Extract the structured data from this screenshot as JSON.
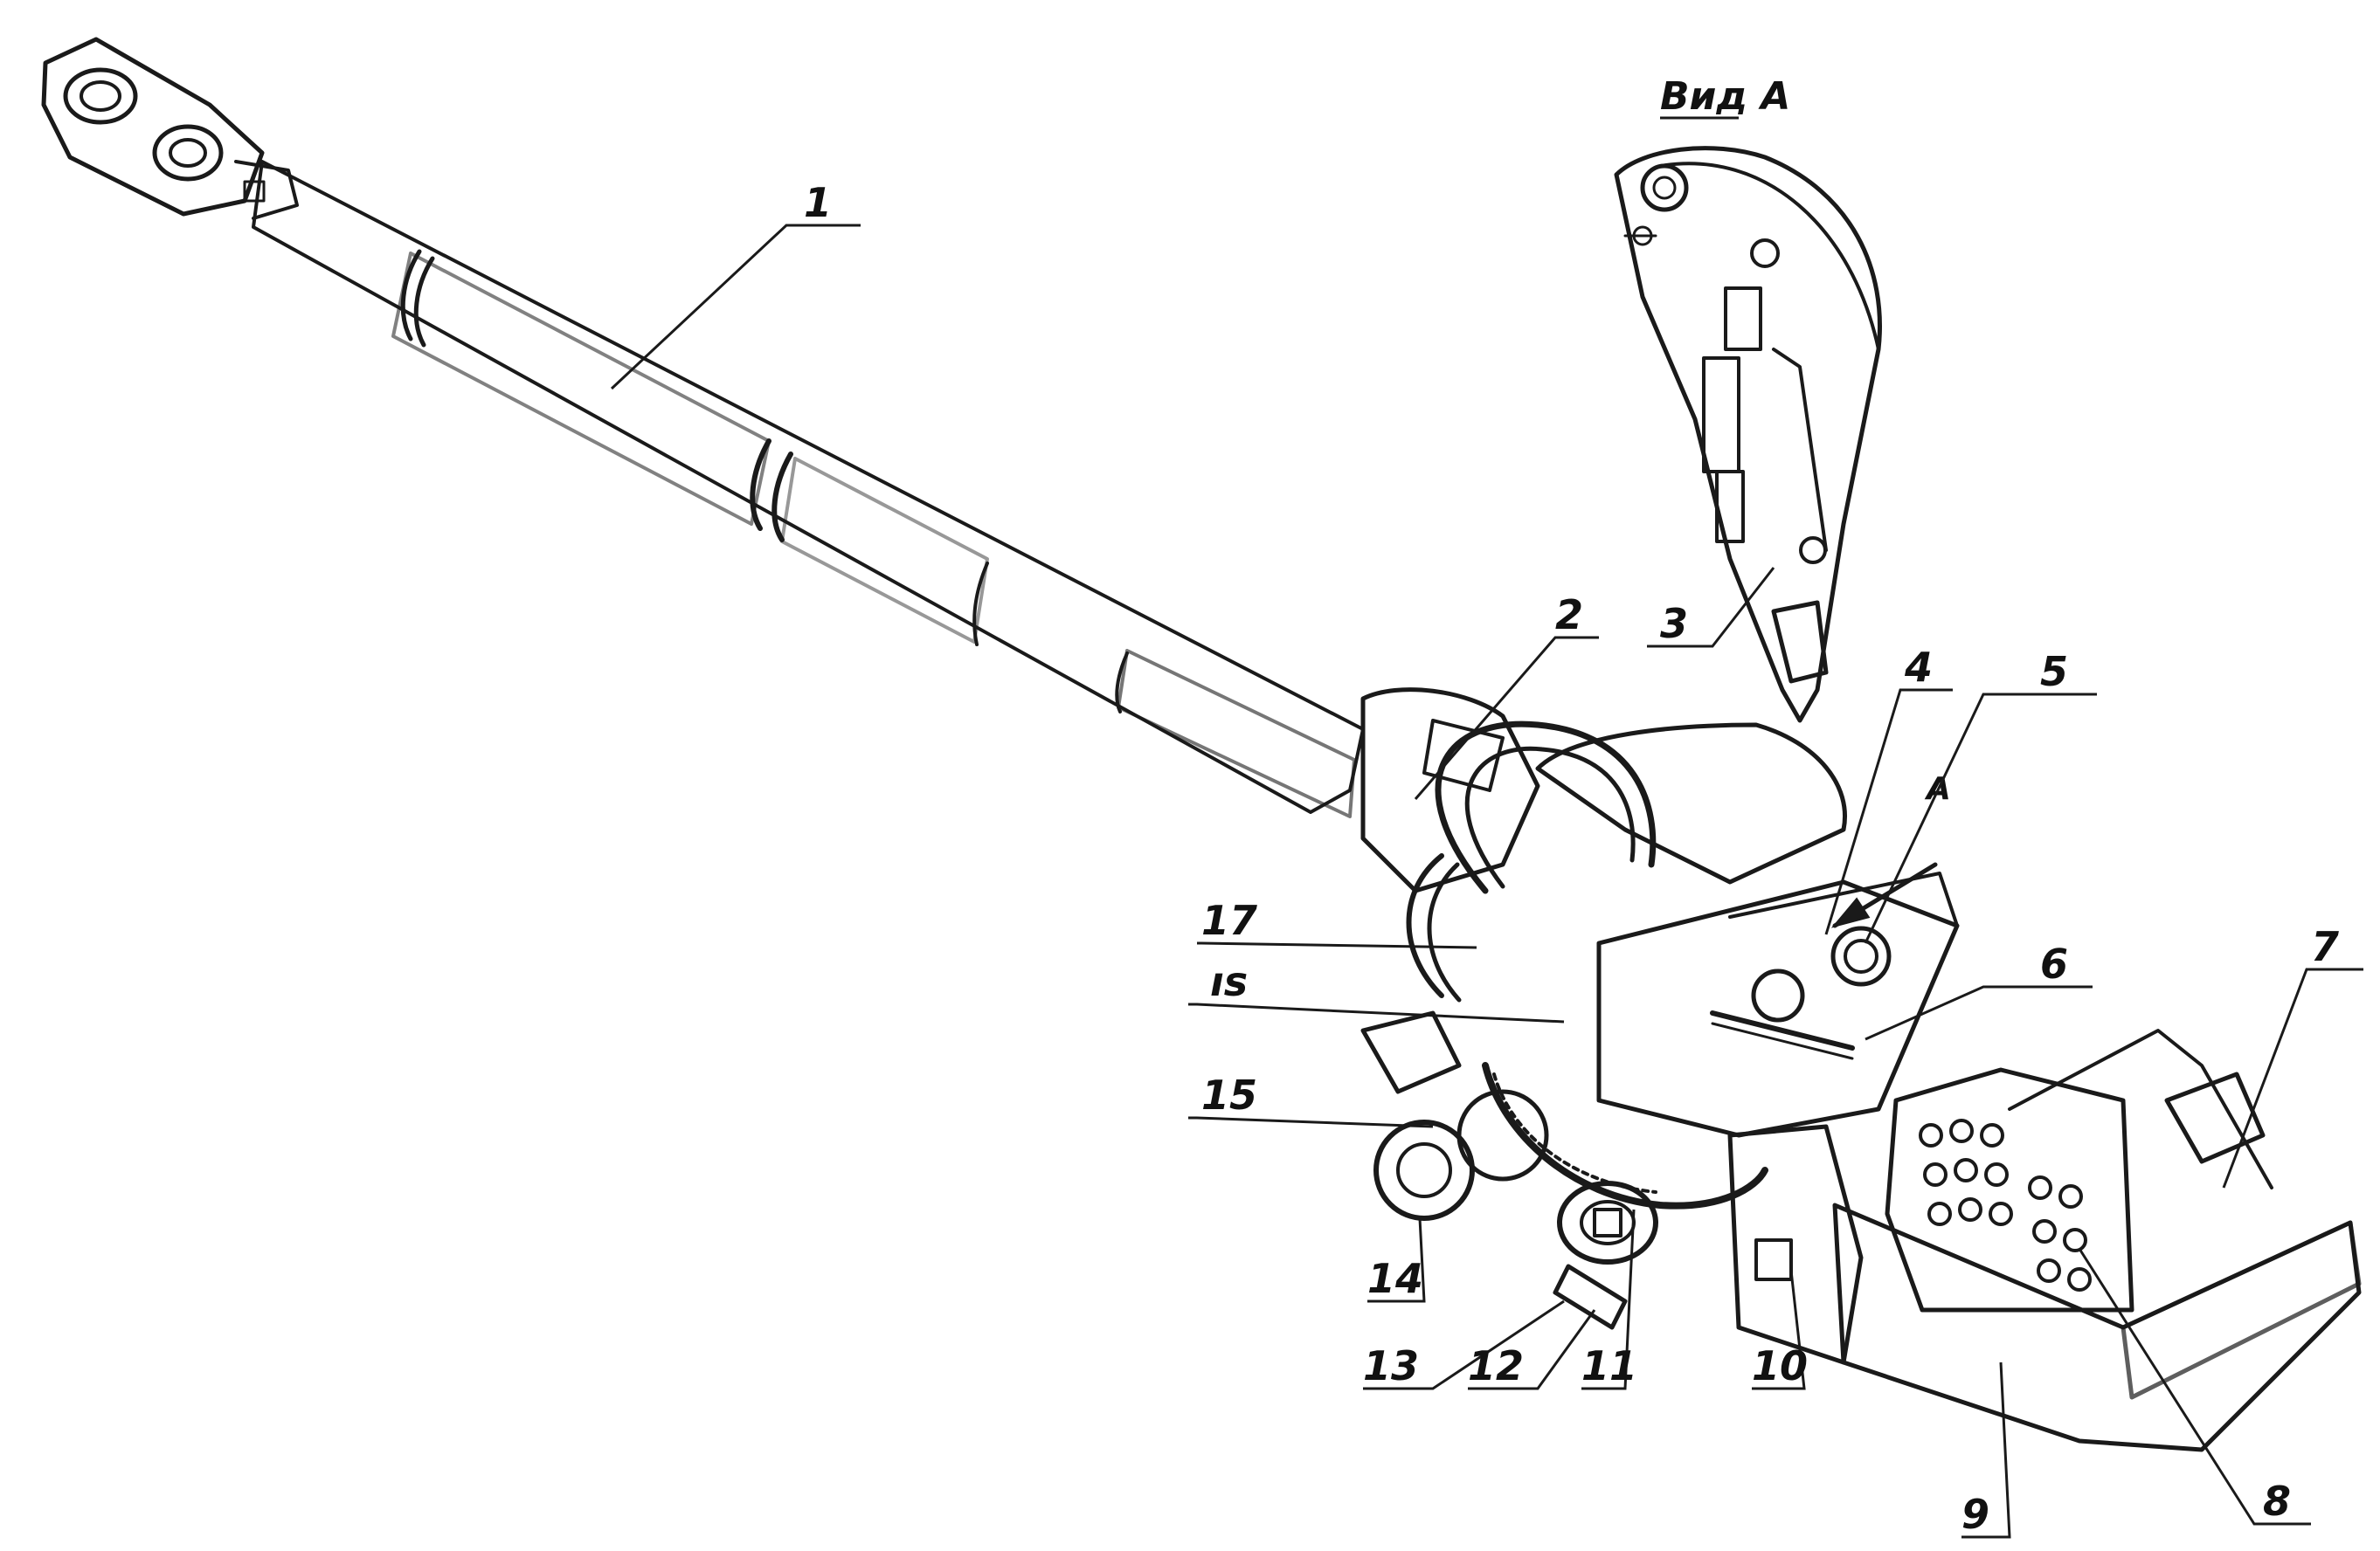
{
  "diagram": {
    "view_title": "Вид А",
    "arrow_label": "А",
    "callouts": [
      "1",
      "2",
      "3",
      "4",
      "5",
      "6",
      "7",
      "8",
      "9",
      "10",
      "11",
      "12",
      "13",
      "14",
      "15",
      "ıs",
      "17"
    ]
  }
}
